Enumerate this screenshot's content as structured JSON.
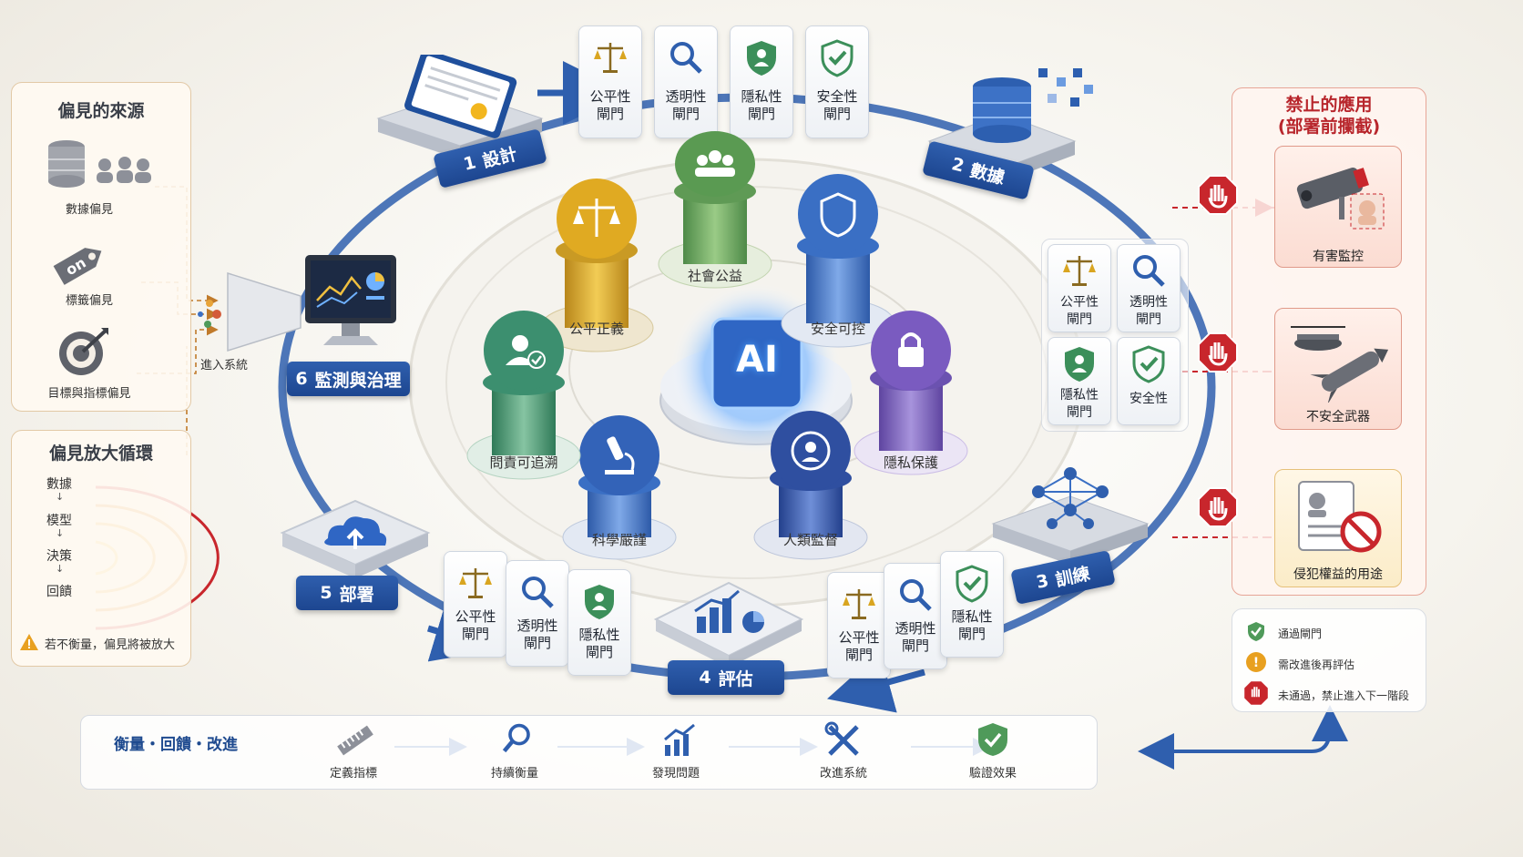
{
  "left_panel": {
    "title": "偏見的來源",
    "sources": [
      "數據偏見",
      "標籤偏見",
      "目標與指標偏見"
    ],
    "tag_text": "on",
    "entry_label": "進入系統"
  },
  "loop_panel": {
    "title": "偏見放大循環",
    "items": [
      "數據",
      "模型",
      "決策",
      "回饋"
    ],
    "down_arrow": "↓",
    "warning": "若不衡量，偏見將被放大"
  },
  "stages": [
    {
      "num": "1",
      "label": "設計"
    },
    {
      "num": "2",
      "label": "數據"
    },
    {
      "num": "3",
      "label": "訓練"
    },
    {
      "num": "4",
      "label": "評估"
    },
    {
      "num": "5",
      "label": "部署"
    },
    {
      "num": "6",
      "label": "監測與治理"
    }
  ],
  "gates": {
    "top": [
      "公平性\n閘門",
      "透明性\n閘門",
      "隱私性\n閘門",
      "安全性\n閘門"
    ],
    "right": [
      "公平性\n閘門",
      "透明性\n閘門",
      "隱私性\n閘門",
      "安全性"
    ],
    "bottom_left": [
      "公平性\n閘門",
      "透明性\n閘門",
      "隱私性\n閘門"
    ],
    "bottom_right": [
      "公平性\n閘門",
      "透明性\n閘門",
      "隱私性\n閘門"
    ]
  },
  "pillars": [
    "公平正義",
    "社會公益",
    "安全可控",
    "隱私保護",
    "人類監督",
    "科學嚴謹",
    "問責可追溯"
  ],
  "center_label": "AI",
  "forbidden": {
    "title": "禁止的應用\n(部署前攔截)",
    "items": [
      "有害監控",
      "不安全武器",
      "侵犯權益的用途"
    ]
  },
  "legend": [
    "通過閘門",
    "需改進後再評估",
    "未通過，禁止進入下一階段"
  ],
  "legend_symbol": "!",
  "bottom": {
    "title": "衡量・回饋・改進",
    "steps": [
      "定義指標",
      "持續衡量",
      "發現問題",
      "改進系統",
      "驗證效果"
    ]
  },
  "colors": {
    "stage_blue": "#2356a3",
    "gold": "#d9a520",
    "green": "#4f9a5a",
    "blue": "#3a6fc4",
    "purple": "#7a5bc0",
    "teal": "#3c8f6f",
    "red": "#c8262c"
  }
}
